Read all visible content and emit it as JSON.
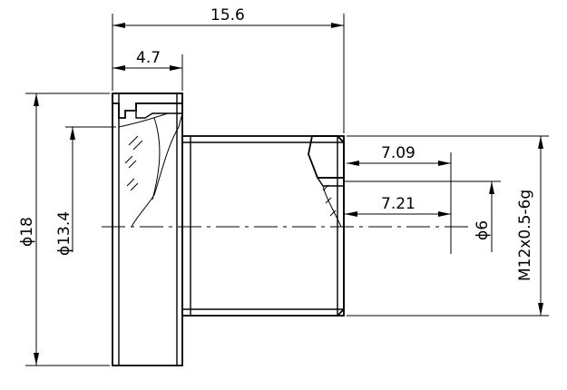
{
  "dimensions": {
    "total_length": "15.6",
    "flange_length": "4.7",
    "outer_diameter": "ϕ18",
    "inner_diameter": "ϕ13.4",
    "depth_a": "7.09",
    "depth_b": "7.21",
    "bore_diameter": "ϕ6",
    "thread": "M12x0.5-6g"
  }
}
